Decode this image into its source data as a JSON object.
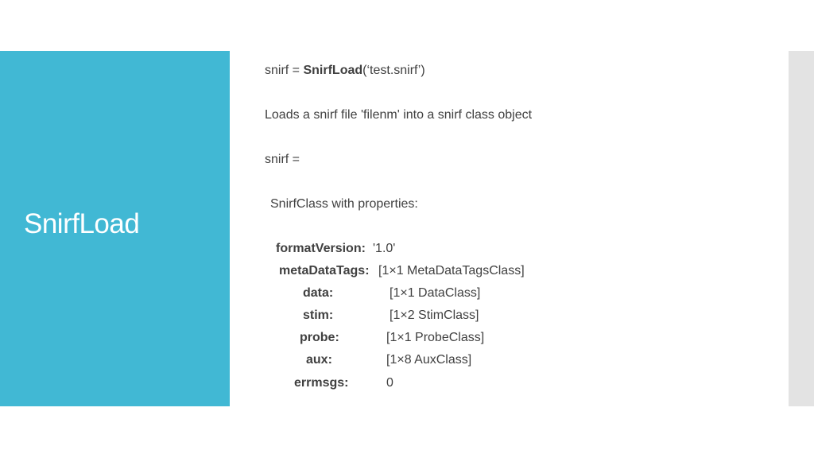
{
  "title": "SnirfLoad",
  "content": {
    "call_prefix": "snirf = ",
    "call_func": "SnirfLoad",
    "call_args": "(‘test.snirf’)",
    "description": "Loads a snirf file 'filenm' into a snirf class object",
    "snirf_eq": "snirf =",
    "class_line": "SnirfClass with properties:",
    "properties": [
      {
        "label": "formatVersion:",
        "value": "'1.0'"
      },
      {
        "label": "metaDataTags:",
        "value": "[1×1 MetaDataTagsClass]"
      },
      {
        "label": "data:",
        "value": "[1×1 DataClass]"
      },
      {
        "label": "stim:",
        "value": "[1×2 StimClass]"
      },
      {
        "label": "probe:",
        "value": "[1×1 ProbeClass]"
      },
      {
        "label": "aux:",
        "value": "[1×8 AuxClass]"
      },
      {
        "label": "errmsgs:",
        "value": "0"
      }
    ]
  },
  "colors": {
    "title_panel": "#41b8d4",
    "right_strip": "#e3e3e3",
    "text": "#404040"
  }
}
